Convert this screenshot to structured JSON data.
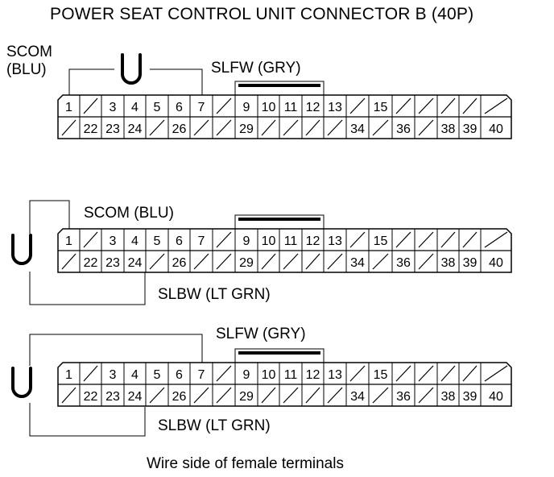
{
  "title": "POWER SEAT CONTROL UNIT CONNECTOR B (40P)",
  "caption": "Wire side of female terminals",
  "connector": {
    "row1": [
      "1",
      "",
      "3",
      "4",
      "5",
      "6",
      "7",
      "",
      "9",
      "10",
      "11",
      "12",
      "13",
      "",
      "15",
      "",
      "",
      "",
      "",
      ""
    ],
    "row2": [
      "",
      "22",
      "23",
      "24",
      "",
      "26",
      "",
      "",
      "29",
      "",
      "",
      "",
      "",
      "34",
      "",
      "36",
      "",
      "38",
      "39",
      "40"
    ]
  },
  "diagrams": [
    {
      "meter_symbol": "U",
      "labels": {
        "a": "SCOM",
        "b": "(BLU)",
        "c": "SLFW (GRY)"
      }
    },
    {
      "meter_symbol": "U",
      "labels": {
        "a": "SCOM (BLU)",
        "b": "SLBW (LT GRN)"
      }
    },
    {
      "meter_symbol": "U",
      "labels": {
        "a": "SLFW (GRY)",
        "b": "SLBW (LT GRN)"
      }
    }
  ]
}
